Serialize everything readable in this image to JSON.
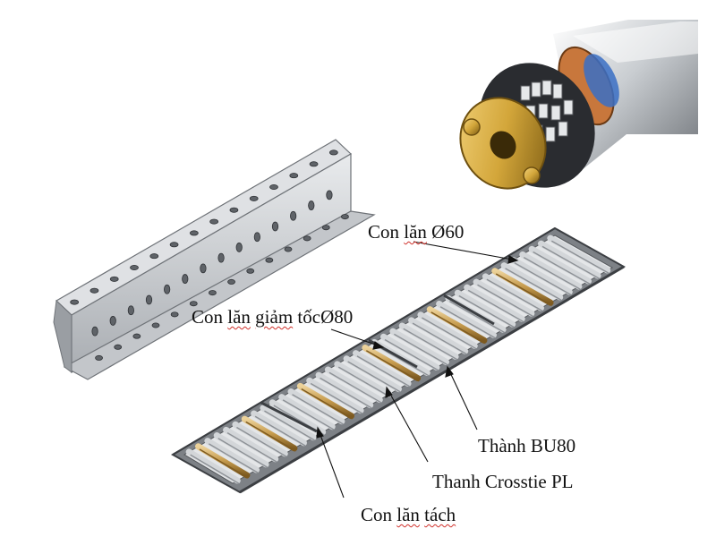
{
  "colors": {
    "roller_gray": "#d8dbde",
    "roller_shadow": "#8d9196",
    "roller_gold": "#c59a4c",
    "frame_dark": "#3c3f43",
    "angle_steel": "#c9ccd0",
    "motor_brass": "#d3a63a",
    "motor_copper": "#c8773c",
    "motor_blue": "#3a6fc4",
    "spellcheck_red": "#d0302a"
  },
  "labels": {
    "roller_60": {
      "prefix": "Con ",
      "marked": "lăn",
      "suffix": " Ø60"
    },
    "reduction_roller": {
      "prefix": "Con ",
      "marked1": "lăn",
      "middle": " ",
      "marked2": "giảm",
      "suffix": " tốcØ80"
    },
    "side_frame": {
      "text": "Thành BU80"
    },
    "crosstie": {
      "text": "Thanh Crosstie PL"
    },
    "separator_roller": {
      "prefix": "Con ",
      "marked1": "lăn",
      "middle": " ",
      "marked2": "tách",
      "suffix": ""
    }
  }
}
